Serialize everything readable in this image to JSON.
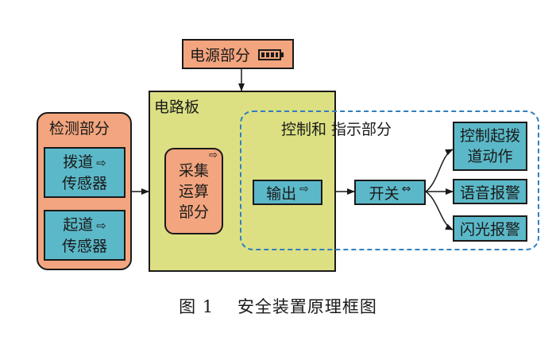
{
  "power": {
    "label": "电源部分",
    "icon": "battery-icon"
  },
  "board": {
    "label": "电路板"
  },
  "control_region": {
    "label": "控制和 指示部分"
  },
  "detection": {
    "label": "检测部分",
    "sensor1": {
      "line1": "拨道",
      "line2": "传感器"
    },
    "sensor2": {
      "line1": "起道",
      "line2": "传感器"
    }
  },
  "acquisition": {
    "line1": "采集",
    "line2": "运算",
    "line3": "部分"
  },
  "output": {
    "label": "输出"
  },
  "switch": {
    "label": "开关"
  },
  "actions": {
    "control": {
      "line1": "控制起拨",
      "line2": "道动作"
    },
    "voice": {
      "label": "语音报警"
    },
    "flash": {
      "label": "闪光报警"
    }
  },
  "caption": "图 1　 安全装置原理框图",
  "colors": {
    "board": "#dce082",
    "sensor": "#5bb8c8",
    "salmon": "#f2a57e",
    "dashed": "#2f7fc0"
  },
  "icons": [
    "battery-icon",
    "arrow-right-outline-icon",
    "double-arrow-outline-icon"
  ]
}
